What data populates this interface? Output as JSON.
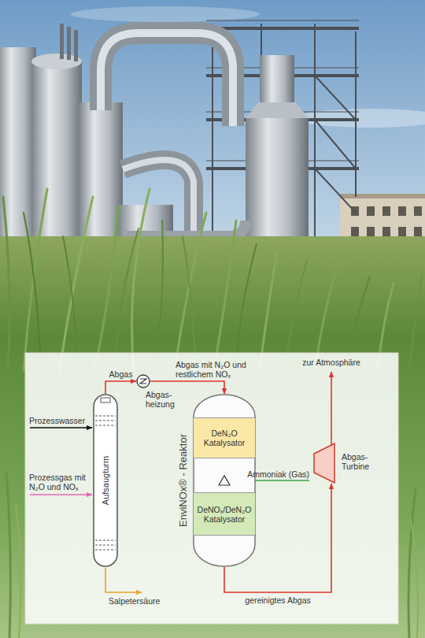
{
  "diagram": {
    "nodes": [
      {
        "text": [
          "Aufsaugturm"
        ]
      },
      {
        "text": [
          "Abgas- heizung"
        ]
      },
      {
        "text": [
          "EnviNOx® - Reaktor"
        ]
      },
      {
        "text": [
          "DeN₂O Katalysator"
        ],
        "in": 2
      },
      {
        "text": [
          "DeNOₓ/DeN₂O Katalysator"
        ],
        "in": 2
      },
      {
        "text": [
          "Abgas- Turbine"
        ]
      }
    ],
    "edges": [
      {
        "from": 0,
        "to": 1,
        "arrow": "to",
        "label": "Abgas"
      },
      {
        "from": 1,
        "to": 2,
        "arrow": "to",
        "label": "Abgas mit N₂O und restlichem NOₓ"
      },
      {
        "from": 2,
        "to": 5,
        "arrow": "to",
        "label": "gereinigtes Abgas"
      }
    ],
    "labels": [
      "Prozesswasser",
      "Prozessgas mit N₂O und NOₓ",
      "Salpetersäure",
      "Ammoniak (Gas)",
      "zur Atmosphäre"
    ]
  }
}
